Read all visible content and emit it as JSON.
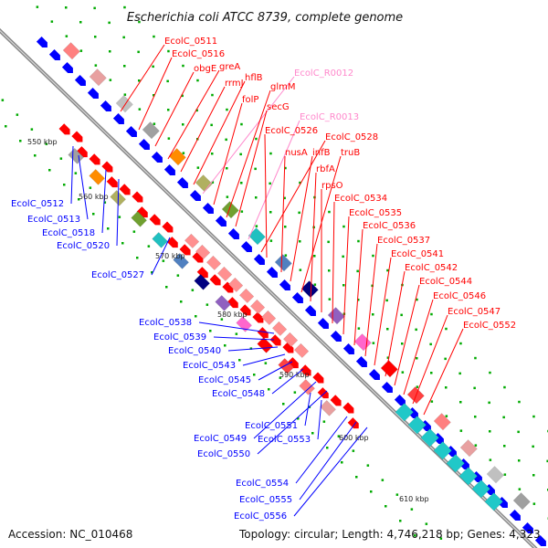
{
  "title": "Escherichia coli ATCC 8739, complete genome",
  "footer": {
    "accession": "Accession: NC_010468",
    "topology": "Topology: circular; Length: 4,746,218 bp; Genes: 4,323"
  },
  "colors": {
    "plus_strand": "#ff0000",
    "minus_strand": "#0000ff",
    "rna_label": "#ff88cc",
    "axis": "#999999",
    "tick": "#00aa00"
  },
  "kbp_markers": [
    "550 kbp",
    "560 kbp",
    "570 kbp",
    "580 kbp",
    "590 kbp",
    "600 kbp",
    "610 kbp"
  ],
  "labels_right": [
    {
      "text": "EcolC_0511",
      "kind": "gene"
    },
    {
      "text": "EcolC_0516",
      "kind": "gene"
    },
    {
      "text": "obgE",
      "kind": "gene"
    },
    {
      "text": "greA",
      "kind": "gene"
    },
    {
      "text": "rrmJ",
      "kind": "gene"
    },
    {
      "text": "hflB",
      "kind": "gene"
    },
    {
      "text": "EcolC_R0012",
      "kind": "rna"
    },
    {
      "text": "folP",
      "kind": "gene"
    },
    {
      "text": "glmM",
      "kind": "gene"
    },
    {
      "text": "secG",
      "kind": "gene"
    },
    {
      "text": "EcolC_R0013",
      "kind": "rna"
    },
    {
      "text": "EcolC_0528",
      "kind": "gene"
    },
    {
      "text": "EcolC_0526",
      "kind": "gene"
    },
    {
      "text": "nusA",
      "kind": "gene"
    },
    {
      "text": "infB",
      "kind": "gene"
    },
    {
      "text": "truB",
      "kind": "gene"
    },
    {
      "text": "rbfA",
      "kind": "gene"
    },
    {
      "text": "rpsO",
      "kind": "gene"
    },
    {
      "text": "EcolC_0534",
      "kind": "gene"
    },
    {
      "text": "EcolC_0535",
      "kind": "gene"
    },
    {
      "text": "EcolC_0536",
      "kind": "gene"
    },
    {
      "text": "EcolC_0537",
      "kind": "gene"
    },
    {
      "text": "EcolC_0541",
      "kind": "gene"
    },
    {
      "text": "EcolC_0542",
      "kind": "gene"
    },
    {
      "text": "EcolC_0544",
      "kind": "gene"
    },
    {
      "text": "EcolC_0546",
      "kind": "gene"
    },
    {
      "text": "EcolC_0547",
      "kind": "gene"
    },
    {
      "text": "EcolC_0552",
      "kind": "gene"
    }
  ],
  "labels_left": [
    "EcolC_0512",
    "EcolC_0513",
    "EcolC_0518",
    "EcolC_0520",
    "EcolC_0527",
    "EcolC_0538",
    "EcolC_0539",
    "EcolC_0540",
    "EcolC_0543",
    "EcolC_0545",
    "EcolC_0548",
    "EcolC_0551",
    "EcolC_0549",
    "EcolC_0553",
    "EcolC_0550",
    "EcolC_0554",
    "EcolC_0555",
    "EcolC_0556"
  ]
}
